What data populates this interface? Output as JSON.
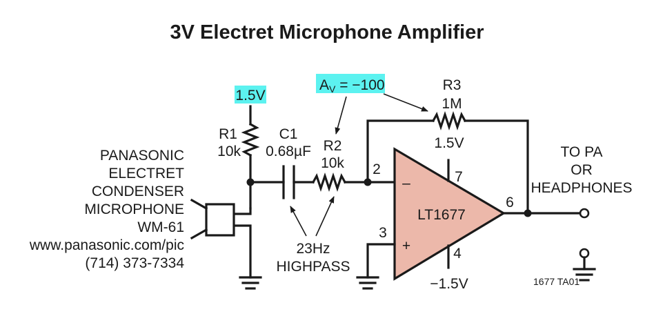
{
  "title": "3V Electret Microphone Amplifier",
  "supply": {
    "label": "1.5V",
    "highlight_color": "#5cf2f0"
  },
  "gain": {
    "label": "AV = −100",
    "highlight_color": "#5cf2f0"
  },
  "r1": {
    "name": "R1",
    "value": "10k"
  },
  "c1": {
    "name": "C1",
    "value": "0.68µF"
  },
  "r2": {
    "name": "R2",
    "value": "10k"
  },
  "r3": {
    "name": "R3",
    "value": "1M"
  },
  "opamp": {
    "part": "LT1677",
    "fill_color": "#ecb8aa",
    "pin_inverting": "2",
    "pin_noninverting": "3",
    "pin_vplus": "7",
    "pin_vminus": "4",
    "pin_output": "6",
    "vplus_label": "1.5V",
    "vminus_label": "−1.5V",
    "inv_sign": "–",
    "noninv_sign": "+"
  },
  "highpass_note": [
    "23Hz",
    "HIGHPASS"
  ],
  "microphone": {
    "lines": [
      "PANASONIC",
      "ELECTRET",
      "CONDENSER",
      "MICROPHONE",
      "WM-61",
      "www.panasonic.com/pic",
      "(714) 373-7334"
    ]
  },
  "output": {
    "lines": [
      "TO PA",
      "OR",
      "HEADPHONES"
    ]
  },
  "figure_id": "1677 TA01"
}
